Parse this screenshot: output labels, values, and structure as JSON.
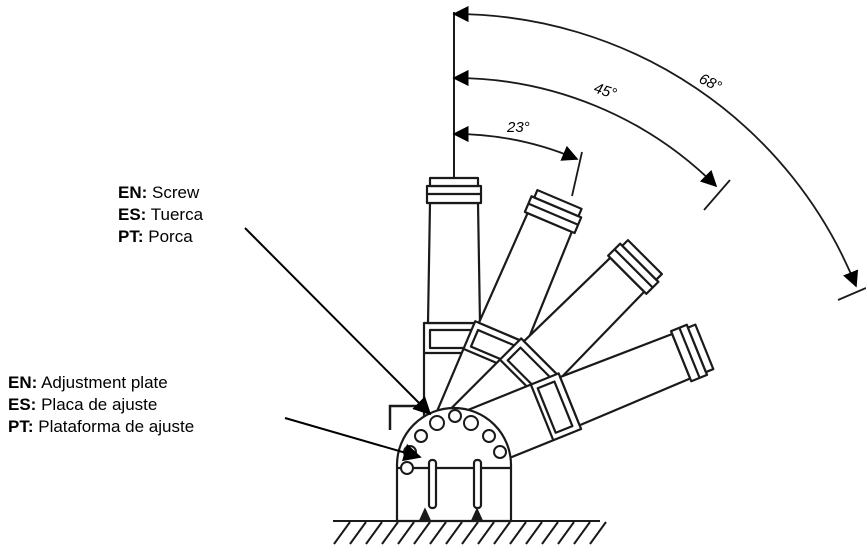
{
  "angles": [
    "23°",
    "45°",
    "68°"
  ],
  "callouts": {
    "screw": [
      {
        "lang": "EN:",
        "text": "Screw"
      },
      {
        "lang": "ES:",
        "text": "Tuerca"
      },
      {
        "lang": "PT:",
        "text": "Porca"
      }
    ],
    "plate": [
      {
        "lang": "EN:",
        "text": "Adjustment plate"
      },
      {
        "lang": "ES:",
        "text": "Placa de ajuste"
      },
      {
        "lang": "PT:",
        "text": "Plataforma de ajuste"
      }
    ]
  },
  "colors": {
    "line": "#1a1a1a",
    "text": "#000000"
  }
}
